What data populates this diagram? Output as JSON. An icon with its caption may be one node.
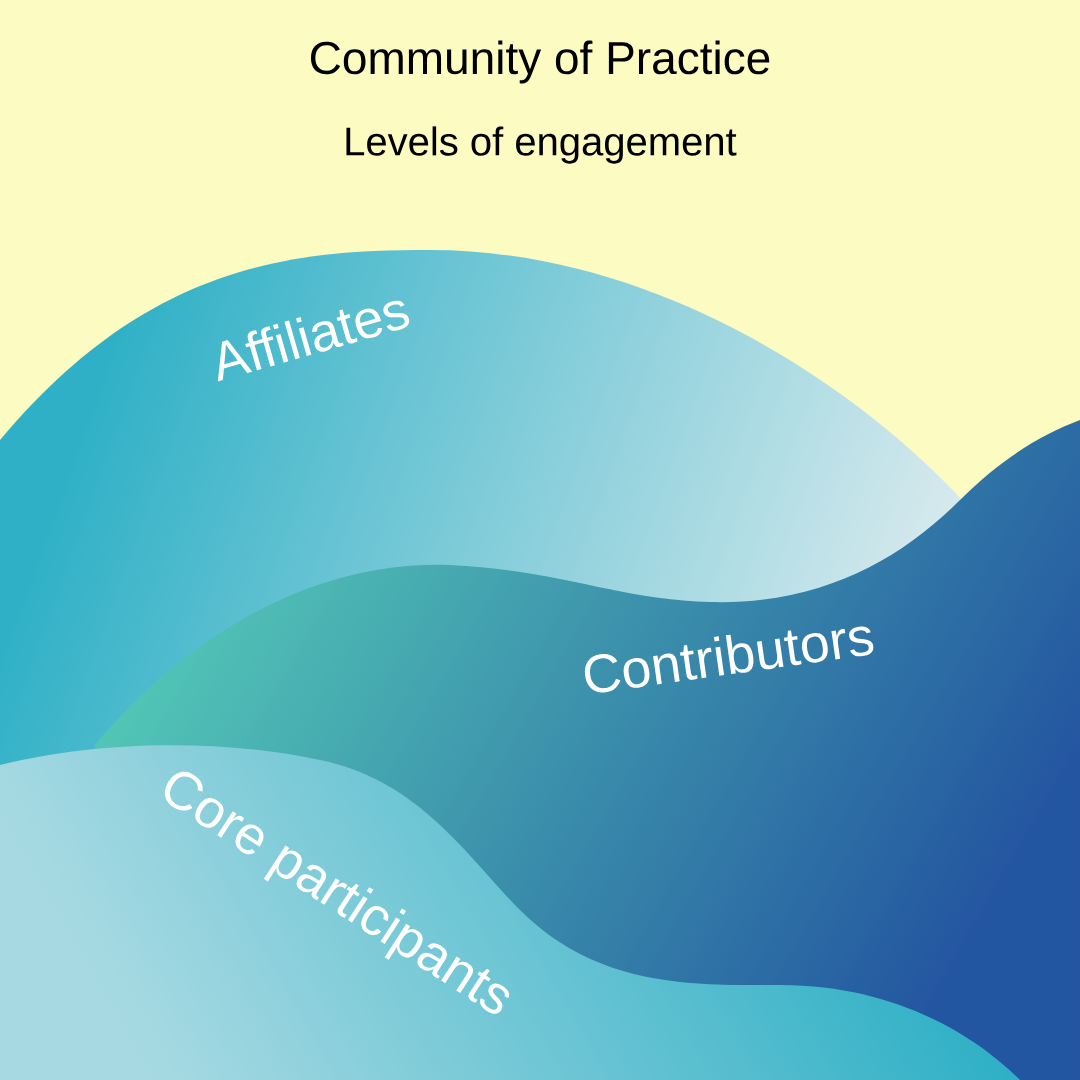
{
  "diagram": {
    "title": "Community of Practice",
    "nodes": [
      {
        "text": [
          "Affiliates"
        ]
      },
      {
        "text": [
          "Contributors"
        ]
      },
      {
        "text": [
          "Core participants"
        ]
      }
    ],
    "labels": [
      "Levels of engagement"
    ]
  }
}
